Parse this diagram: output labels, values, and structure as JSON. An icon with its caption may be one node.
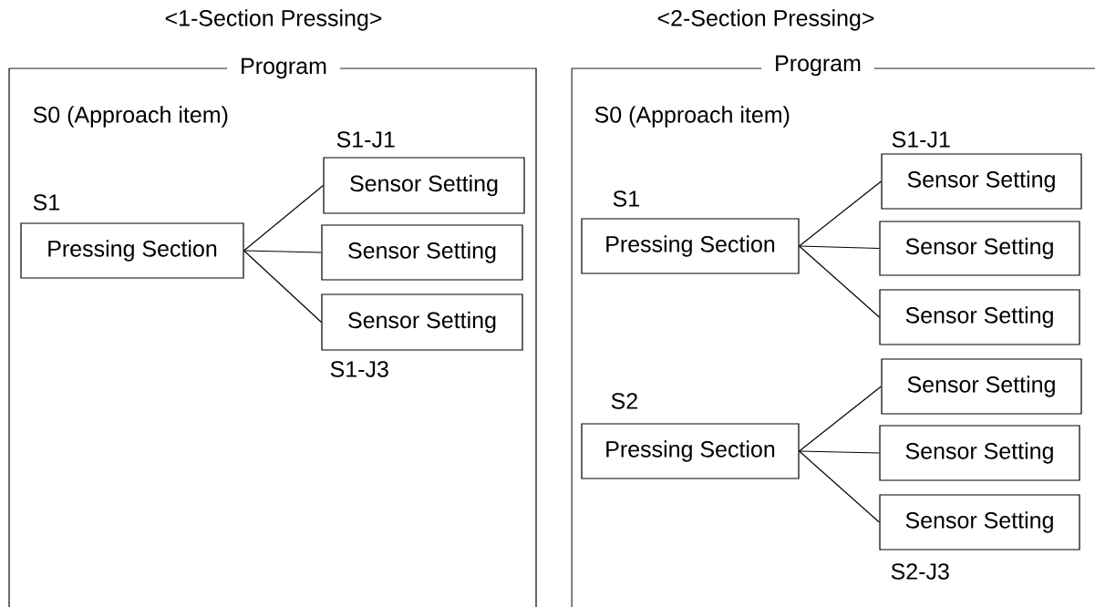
{
  "diagram": {
    "nodes": [
      {
        "text": [
          "<1-Section Pressing>",
          "Program"
        ]
      },
      {
        "text": [
          "Pressing Section"
        ],
        "in": 0,
        "beside": [
          "S1"
        ]
      },
      {
        "text": [
          "Sensor Setting"
        ],
        "in": 0,
        "beside": [
          "S1-J1"
        ]
      },
      {
        "text": [
          "Sensor Setting"
        ],
        "in": 0
      },
      {
        "text": [
          "Sensor Setting"
        ],
        "in": 0,
        "beside": [
          "S1-J3"
        ]
      },
      {
        "text": [
          "<2-Section Pressing>",
          "Program"
        ]
      },
      {
        "text": [
          "Pressing Section"
        ],
        "in": 5,
        "beside": [
          "S1"
        ]
      },
      {
        "text": [
          "Sensor Setting"
        ],
        "in": 5,
        "beside": [
          "S1-J1"
        ]
      },
      {
        "text": [
          "Sensor Setting"
        ],
        "in": 5
      },
      {
        "text": [
          "Sensor Setting"
        ],
        "in": 5
      },
      {
        "text": [
          "Pressing Section"
        ],
        "in": 5,
        "beside": [
          "S2"
        ]
      },
      {
        "text": [
          "Sensor Setting"
        ],
        "in": 5
      },
      {
        "text": [
          "Sensor Setting"
        ],
        "in": 5
      },
      {
        "text": [
          "Sensor Setting"
        ],
        "in": 5,
        "beside": [
          "S2-J3"
        ]
      }
    ],
    "edges": [
      {
        "from": 1,
        "to": 2,
        "arrow": "none"
      },
      {
        "from": 1,
        "to": 3,
        "arrow": "none"
      },
      {
        "from": 1,
        "to": 4,
        "arrow": "none"
      },
      {
        "from": 6,
        "to": 7,
        "arrow": "none"
      },
      {
        "from": 6,
        "to": 8,
        "arrow": "none"
      },
      {
        "from": 6,
        "to": 9,
        "arrow": "none"
      },
      {
        "from": 10,
        "to": 11,
        "arrow": "none"
      },
      {
        "from": 10,
        "to": 12,
        "arrow": "none"
      },
      {
        "from": 10,
        "to": 13,
        "arrow": "none"
      }
    ],
    "labels": [
      "S0 (Approach item)",
      "S0 (Approach item)"
    ]
  }
}
